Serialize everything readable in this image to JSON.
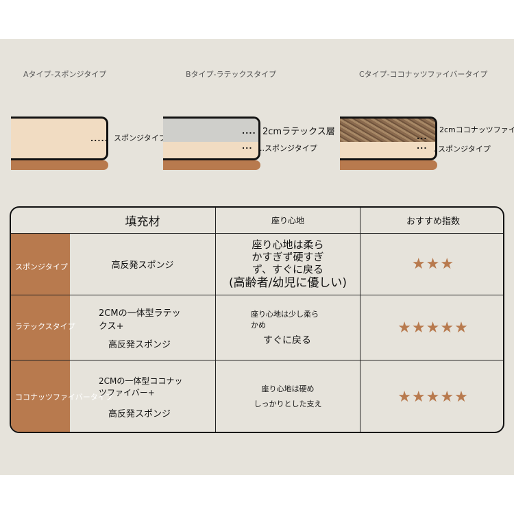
{
  "types": [
    {
      "title": "Aタイプ-スポンジタイプ",
      "labels": [
        "スポンジタイプ"
      ]
    },
    {
      "title": "Bタイプ-ラテックスタイプ",
      "labels": [
        "2cmラテックス層",
        "..スポンジタイプ"
      ]
    },
    {
      "title": "Cタイプ-ココナッツファイバータイプ",
      "labels": [
        "2cmココナッツファイ",
        "..スポンジタイプ"
      ]
    }
  ],
  "table": {
    "headers": [
      "填充材",
      "座り心地",
      "おすすめ指数"
    ],
    "rows": [
      {
        "type": "スポンジタイプ",
        "filling": [
          "高反発スポンジ"
        ],
        "comfort": [
          "座り心地は柔ら",
          "かすぎず硬すぎ",
          "ず、すぐに戻る",
          "(高齢者/幼児に優しい)"
        ],
        "rating": 3,
        "stars": "★★★"
      },
      {
        "type": "ラテックスタイプ",
        "filling": [
          "2CMの一体型ラテッ",
          "クス+",
          "高反発スポンジ"
        ],
        "comfort": [
          "座り心地は少し柔ら",
          "かめ",
          "すぐに戻る"
        ],
        "rating": 5,
        "stars": "★★★★★"
      },
      {
        "type": "ココナッツファイバータイプ",
        "filling": [
          "2CMの一体型ココナッ",
          "ツファイバー+",
          "高反発スポンジ"
        ],
        "comfort": [
          "座り心地は硬め",
          "しっかりとした支え"
        ],
        "rating": 5,
        "stars": "★★★★★"
      }
    ]
  }
}
